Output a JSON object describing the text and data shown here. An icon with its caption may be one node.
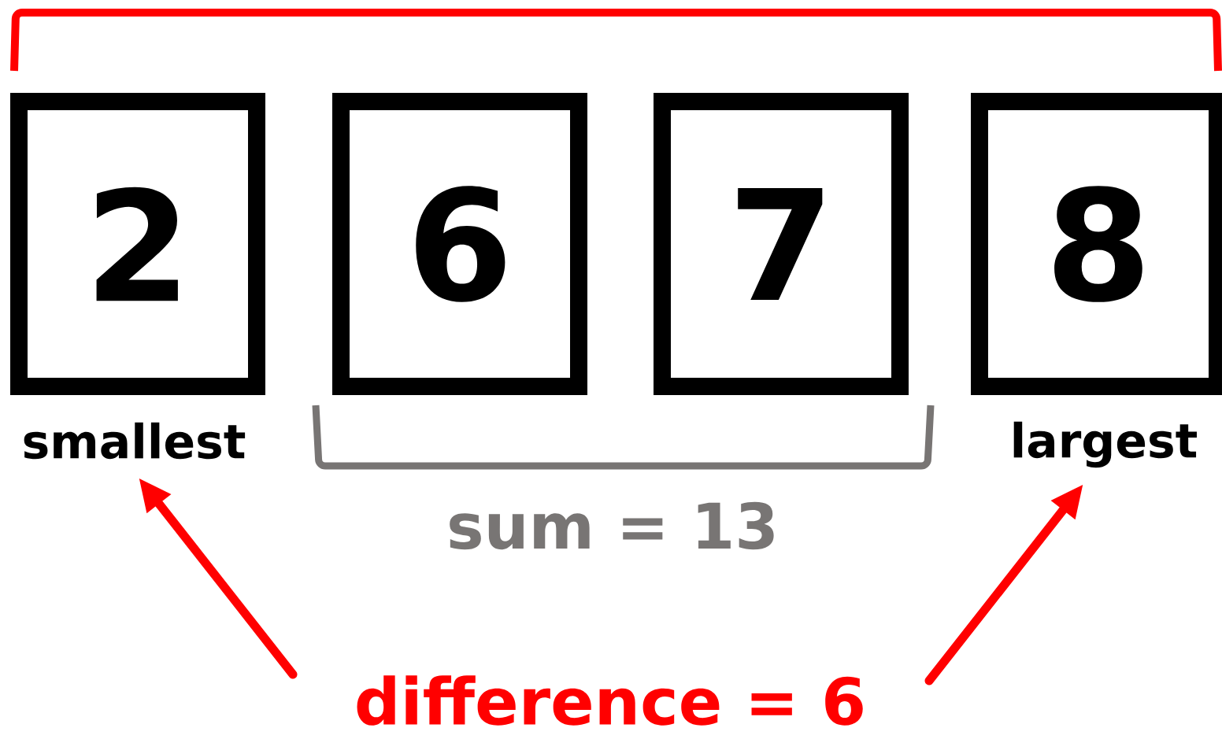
{
  "diagram": {
    "nodes": [
      {
        "text": [
          "2"
        ]
      },
      {
        "text": [
          "6"
        ]
      },
      {
        "text": [
          "7"
        ]
      },
      {
        "text": [
          "8"
        ]
      },
      {
        "text": [
          "smallest"
        ]
      },
      {
        "text": [
          "largest"
        ]
      },
      {
        "text": [
          "difference = 6"
        ]
      }
    ],
    "edges": [
      {
        "from": 6,
        "to": 4,
        "arrow": "to"
      },
      {
        "from": 6,
        "to": 5,
        "arrow": "to"
      }
    ],
    "labels": [
      "sum = 13"
    ]
  }
}
